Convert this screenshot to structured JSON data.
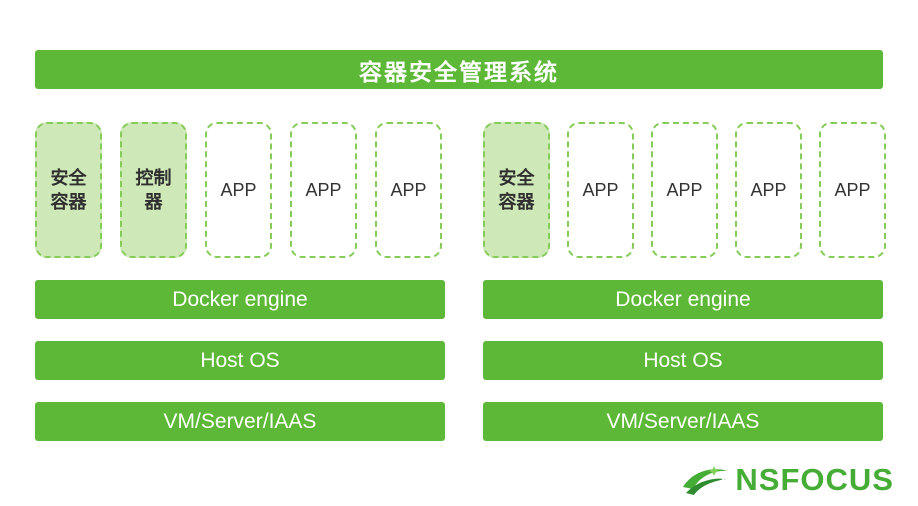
{
  "banner": {
    "title": "容器安全管理系统"
  },
  "left": {
    "boxes": [
      {
        "label": "安全容器",
        "type": "filled"
      },
      {
        "label": "控制器",
        "type": "filled"
      },
      {
        "label": "APP",
        "type": "outline"
      },
      {
        "label": "APP",
        "type": "outline"
      },
      {
        "label": "APP",
        "type": "outline"
      }
    ],
    "layers": [
      {
        "label": "Docker engine"
      },
      {
        "label": "Host OS"
      },
      {
        "label": "VM/Server/IAAS"
      }
    ]
  },
  "right": {
    "boxes": [
      {
        "label": "安全容器",
        "type": "filled"
      },
      {
        "label": "APP",
        "type": "outline"
      },
      {
        "label": "APP",
        "type": "outline"
      },
      {
        "label": "APP",
        "type": "outline"
      },
      {
        "label": "APP",
        "type": "outline"
      }
    ],
    "layers": [
      {
        "label": "Docker engine"
      },
      {
        "label": "Host OS"
      },
      {
        "label": "VM/Server/IAAS"
      }
    ]
  },
  "logo": {
    "brand": "NSFOCUS"
  },
  "colors": {
    "solid_green": "#5cb836",
    "dashed_border_green": "#85cc58",
    "light_green_fill": "#cfe8b8",
    "logo_green": "#45ad35",
    "text_dark": "#333333"
  }
}
